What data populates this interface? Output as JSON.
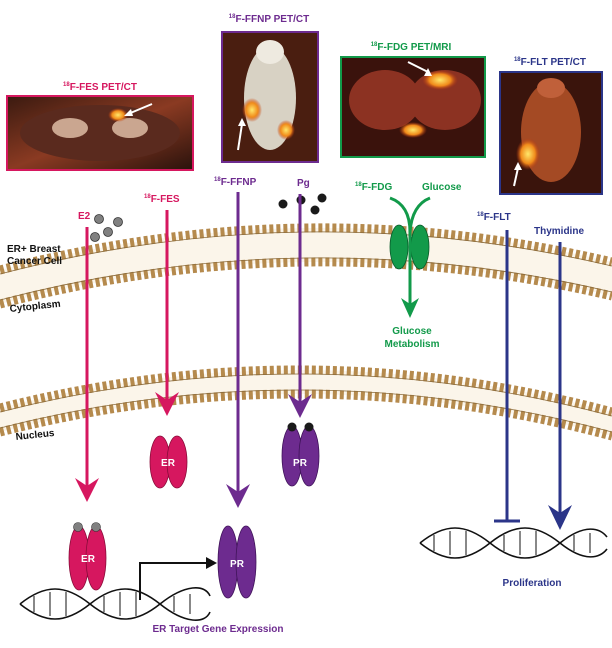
{
  "colors": {
    "pink": "#d6175f",
    "purple": "#6d2b8f",
    "green": "#129a4a",
    "navy": "#2b3589",
    "membrane": "#c9a46b",
    "dark": "#111111"
  },
  "panels": {
    "fes": {
      "sup": "18",
      "name": "F-FES PET/CT"
    },
    "ffnp": {
      "sup": "18",
      "name": "F-FFNP PET/CT"
    },
    "fdg": {
      "sup": "18",
      "name": "F-FDG PET/MRI"
    },
    "flt": {
      "sup": "18",
      "name": "F-FLT PET/CT"
    }
  },
  "cell": {
    "label_line1": "ER+ Breast",
    "label_line2": "Cancer Cell",
    "cytoplasm": "Cytoplasm",
    "nucleus": "Nucleus"
  },
  "tracers": {
    "e2": "E2",
    "fes_sup": "18",
    "fes": "F-FES",
    "ffnp_sup": "18",
    "ffnp": "F-FFNP",
    "pg": "Pg",
    "fdg_sup": "18",
    "fdg": "F-FDG",
    "glucose": "Glucose",
    "glucose_metabolism_1": "Glucose",
    "glucose_metabolism_2": "Metabolism",
    "flt_sup": "18",
    "flt": "F-FLT",
    "thymidine": "Thymidine"
  },
  "receptors": {
    "er": "ER",
    "pr": "PR"
  },
  "outcomes": {
    "gene_expression": "ER Target Gene Expression",
    "proliferation": "Proliferation"
  }
}
